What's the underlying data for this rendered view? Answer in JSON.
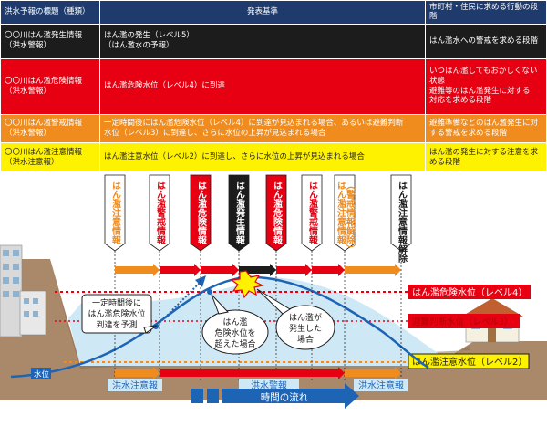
{
  "table": {
    "headers": [
      "洪水予報の標題（種類）",
      "発表基準",
      "市町村・住民に求める行動の段階"
    ],
    "rows": [
      {
        "title": "〇〇川はん濫発生情報\n（洪水警報）",
        "criteria": "はん濫の発生（レベル5）\n（はん濫水の予報）",
        "action": "はん濫水への警戒を求める段階"
      },
      {
        "title": "〇〇川はん濫危険情報\n（洪水警報）",
        "criteria": "はん濫危険水位（レベル4）に到達",
        "action": "いつはん濫してもおかしくない\n状態\n避難等のはん濫発生に対する\n対応を求める段階"
      },
      {
        "title": "〇〇川はん濫警戒情報\n（洪水警報）",
        "criteria": "一定時間後にはん濫危険水位（レベル4）に到達が見込まれる場合、あるいは避難判断\n水位（レベル3）に到達し、さらに水位の上昇が見込まれる場合",
        "action": "避難準備などのはん濫発生に対\nする警戒を求める段階"
      },
      {
        "title": "〇〇川はん濫注意情報\n（洪水注意報）",
        "criteria": "はん濫注意水位（レベル2）に到達し、さらに水位の上昇が見込まれる場合",
        "action": "はん濫の発生に対する注意を求\nめる段階"
      }
    ]
  },
  "diagram": {
    "flags": [
      {
        "text": "はん濫注意情報",
        "color": "#f08c1e"
      },
      {
        "text": "はん濫警戒情報",
        "color": "#e60012"
      },
      {
        "text": "はん濫危険情報",
        "color": "#e60012",
        "fill": true
      },
      {
        "text": "はん濫発生情報",
        "color": "#1c1c1c",
        "fill": true
      },
      {
        "text": "はん濫危険情報",
        "color": "#e60012",
        "fill": true
      },
      {
        "text": "はん濫警戒情報",
        "color": "#e60012"
      },
      {
        "text": "（警戒情報解除）\nはん濫注意情報",
        "color": "#f08c1e"
      },
      {
        "text": "はん濫注意情報解除",
        "color": "#1c1c1c"
      }
    ],
    "levels": {
      "level4": "はん濫危険水位（レベル4）",
      "level3": "避難判断水位（レベル3）",
      "level2": "はん濫注意水位（レベル2）"
    },
    "water_label": "水位",
    "callouts": {
      "predict": [
        "一定時間後に",
        "はん濫危険水位",
        "到達を予測"
      ],
      "exceeded": [
        "はん濫",
        "危険水位を",
        "超えた場合"
      ],
      "occurred": [
        "はん濫が",
        "発生した",
        "場合"
      ]
    },
    "bottom_bands": [
      {
        "text": "洪水注意報"
      },
      {
        "text": "洪水警報"
      },
      {
        "text": "洪水注意報"
      }
    ],
    "time_label": "時間の流れ",
    "colors": {
      "orange": "#f08c1e",
      "red": "#e60012",
      "black": "#1c1c1c",
      "yellow": "#fff200",
      "navy": "#1f3b6e",
      "river_blue": "#1e64b4",
      "water_light": "#cfe8f6",
      "ground": "#a9896a"
    }
  }
}
